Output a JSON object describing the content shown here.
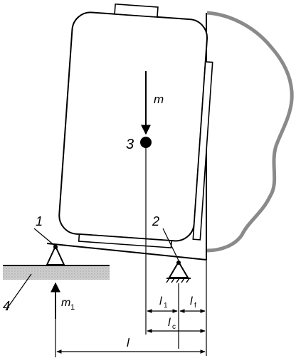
{
  "labels": {
    "callout_1": "1",
    "callout_2": "2",
    "callout_3": "3",
    "callout_4": "4",
    "force_m": "m",
    "force_m1": "m",
    "force_m1_sub": "1",
    "dim_l": "l",
    "dim_l1": "l",
    "dim_l1_sub": "1",
    "dim_lf": "l",
    "dim_lf_sub": "f",
    "dim_lc": "l",
    "dim_lc_sub": "c"
  },
  "colors": {
    "line": "#000000",
    "wall_outline": "#8a8a8a",
    "ground_fill": "#c8c8c8"
  }
}
